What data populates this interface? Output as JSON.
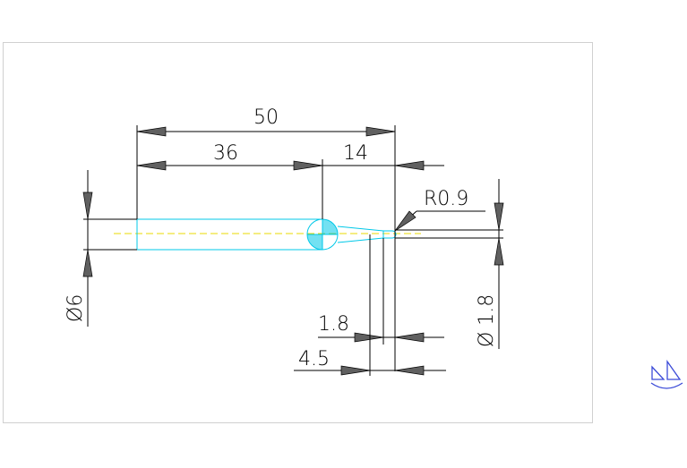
{
  "drawing": {
    "dimensions": {
      "overall_length": "50",
      "body_length": "36",
      "tip_length": "14",
      "tip_radius": "R0.9",
      "shank_diameter": "Ø6",
      "tip_diameter": "Ø 1.8",
      "small_step": "1.8",
      "tip_step": "4.5"
    },
    "colors": {
      "geometry": "#00c8e8",
      "centerline": "#e8d800",
      "dimension": "#000000",
      "logo": "#3b4bd8"
    },
    "logo_icon": "sailboat-logo-icon"
  }
}
